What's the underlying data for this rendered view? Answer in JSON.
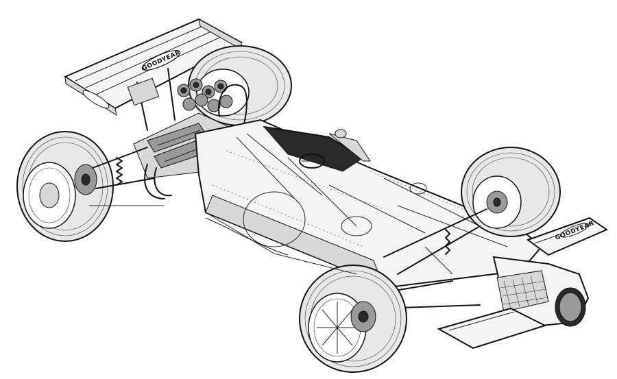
{
  "image": {
    "subject": "cutaway technical illustration of a single-seat open-wheel racing car",
    "style": "black ink line drawing on white background"
  },
  "logos": {
    "rear_wing": "GOODYEAR",
    "front_wing": "GOODYEAR"
  },
  "colors": {
    "ink": "#111111",
    "background": "#ffffff"
  }
}
